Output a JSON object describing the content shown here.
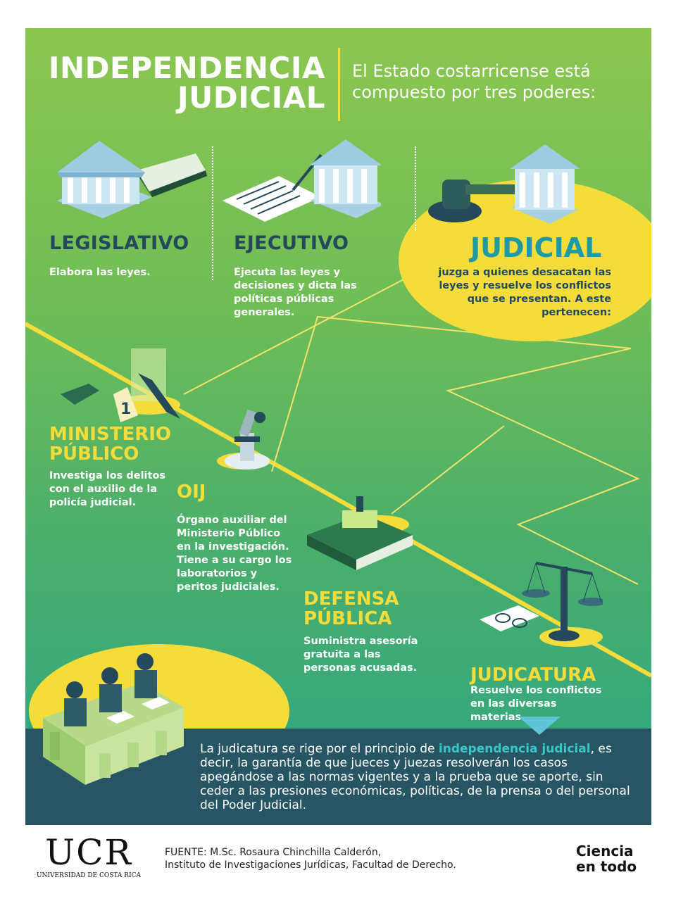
{
  "header": {
    "title_line1": "INDEPENDENCIA",
    "title_line2": "JUDICIAL",
    "subtitle": "El Estado costarricense está compuesto por tres poderes:"
  },
  "powers": {
    "legislativo": {
      "name": "LEGISLATIVO",
      "desc": "Elabora las leyes."
    },
    "ejecutivo": {
      "name": "EJECUTIVO",
      "desc": "Ejecuta las leyes y decisiones y dicta las políticas públicas generales."
    },
    "judicial": {
      "name": "JUDICIAL",
      "desc": "juzga a quienes desacatan las leyes y resuelve los conflictos que se presentan. A este pertenecen:"
    }
  },
  "bodies": {
    "ministerio": {
      "title1": "MINISTERIO",
      "title2": "PÚBLICO",
      "desc": "Investiga los delitos con el auxilio de la policía judicial.",
      "marker": "1"
    },
    "oij": {
      "title": "OIJ",
      "desc": "Órgano auxiliar del Ministerio Público en la investigación. Tiene a su cargo los laboratorios y peritos judiciales."
    },
    "defensa": {
      "title1": "DEFENSA",
      "title2": "PÚBLICA",
      "desc": "Suministra asesoría gratuita a las personas acusadas."
    },
    "judicatura": {
      "title": "JUDICATURA",
      "desc": "Resuelve los conflictos en las diversas materias."
    }
  },
  "principle": {
    "before": "La judicatura se rige por el principio de ",
    "highlight": "independencia judicial",
    "after": ", es decir, la garantía de que jueces y juezas resolverán los casos apegándose a las normas vigentes y a la prueba que se aporte, sin ceder a las presiones económicas, políticas, de la prensa o del personal del Poder Judicial."
  },
  "footer": {
    "logo_main": "UCR",
    "logo_sub": "UNIVERSIDAD DE COSTA RICA",
    "source_line1": "FUENTE: M.Sc. Rosaura Chinchilla Calderón,",
    "source_line2": "Instituto de Investigaciones Jurídicas, Facultad de Derecho.",
    "brand_line1": "Ciencia",
    "brand_line2": "en todo"
  },
  "colors": {
    "yellow": "#f4dd3a",
    "navy": "#24495a",
    "teal": "#1f9aa3",
    "band": "#275564"
  }
}
